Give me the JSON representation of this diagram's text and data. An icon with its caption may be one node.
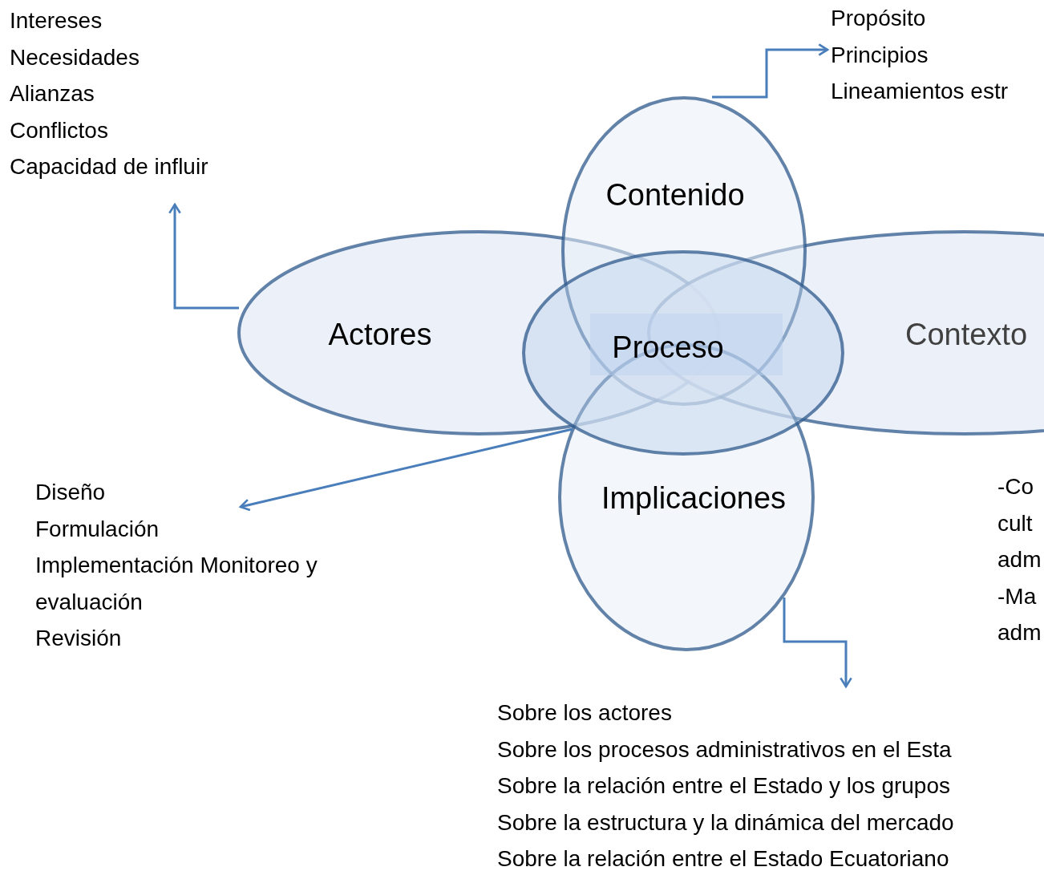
{
  "diagram": {
    "nodes": [
      {
        "text": [
          "Contenido"
        ]
      },
      {
        "text": [
          "Actores"
        ]
      },
      {
        "text": [
          "Contexto"
        ]
      },
      {
        "text": [
          "Implicaciones"
        ]
      },
      {
        "text": [
          "Proceso"
        ]
      },
      {
        "text": [
          "Intereses",
          "Necesidades",
          "Alianzas",
          "Conflictos",
          "Capacidad de influir"
        ]
      },
      {
        "text": [
          "Propósito",
          "Principios",
          "Lineamientos estr"
        ]
      },
      {
        "text": [
          "Diseño",
          "Formulación",
          "Implementación Monitoreo y evaluación",
          "Revisión"
        ]
      },
      {
        "text": [
          "Sobre los actores",
          "Sobre los procesos administrativos en el Esta",
          "Sobre la relación entre el Estado y los grupos",
          "Sobre la estructura y la dinámica del mercado",
          "Sobre la relación entre el Estado Ecuatoriano"
        ]
      }
    ],
    "edges": [
      {
        "from": 1,
        "to": 5,
        "arrow": "to"
      },
      {
        "from": 0,
        "to": 6,
        "arrow": "to"
      },
      {
        "from": 4,
        "to": 7,
        "arrow": "to"
      },
      {
        "from": 3,
        "to": 8,
        "arrow": "to"
      }
    ],
    "labels": [
      "-Co",
      "cult",
      "adm",
      "-Ma",
      "adm"
    ]
  }
}
